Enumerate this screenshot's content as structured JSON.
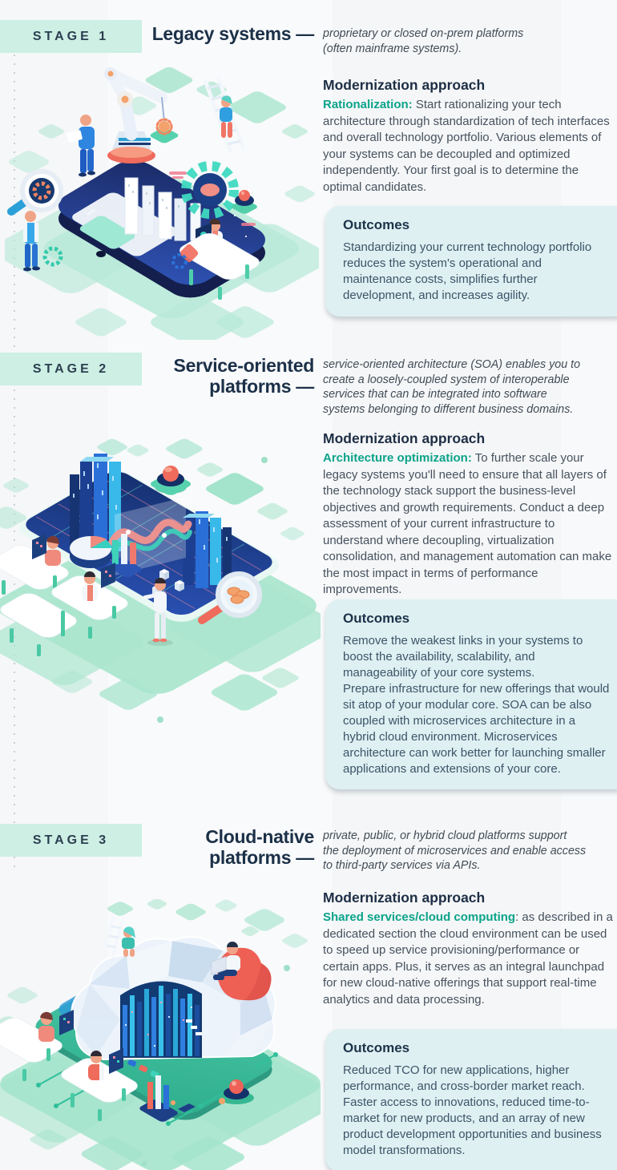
{
  "colors": {
    "accent_teal": "#0ba38a",
    "badge_mint": "#cdefe4",
    "heading_navy": "#1d2e45",
    "body_text": "#46525f",
    "outcomes_bg": "#def0f2",
    "illustration_mint": "#a9e5cf",
    "illustration_navy": "#1d2f6e",
    "illustration_coral": "#ee6a5c"
  },
  "stages": [
    {
      "badge": "STAGE 1",
      "title": "Legacy systems —",
      "description": "proprietary or closed on-prem platforms\n(often mainframe systems).",
      "approach_heading": "Modernization approach",
      "approach_lead": "Rationalization:",
      "approach_text": " Start rationalizing your tech architecture through standardization of tech interfaces and overall technology portfolio. Various elements of your systems can be decoupled and optimized independently. Your first goal is to determine the optimal candidates.",
      "outcomes_heading": "Outcomes",
      "outcomes_text": "Standardizing your current technology portfolio reduces the system's operational and maintenance costs, simplifies further development, and increases agility.",
      "illustration": "legacy-systems-smartphone-robot-arm-isometric-illustration"
    },
    {
      "badge": "STAGE 2",
      "title": "Service-oriented\nplatforms —",
      "description": "service-oriented architecture (SOA) enables you to\ncreate a loosely-coupled system of interoperable\nservices that can be integrated into software\nsystems belonging to different business domains.",
      "approach_heading": "Modernization approach",
      "approach_lead": "Architecture optimization:",
      "approach_text": " To further scale your legacy systems you'll need to ensure that all layers of the technology stack support the business-level objectives and growth requirements. Conduct a deep assessment of your current infrastructure to understand where decoupling, virtualization consolidation, and management automation can make the most impact in terms of performance improvements.",
      "outcomes_heading": "Outcomes",
      "outcomes_text": "Remove the weakest links in your systems to boost the availability, scalability, and manageability of your core systems.\nPrepare infrastructure for new offerings that would sit atop of your modular core. SOA can be also coupled with microservices architecture in a hybrid cloud environment. Microservices architecture can work better for launching smaller applications and extensions of your core.",
      "illustration": "soa-data-city-analytics-isometric-illustration"
    },
    {
      "badge": "STAGE 3",
      "title": "Cloud-native\nplatforms —",
      "description": "private, public, or hybrid cloud platforms support\nthe deployment of microservices and enable access\nto third-party services via APIs.",
      "approach_heading": "Modernization approach",
      "approach_lead": "Shared services/cloud computing",
      "approach_text": ": as described in a dedicated section the cloud environment can be used to speed up service provisioning/performance or certain apps. Plus, it serves as an integral launchpad for new cloud-native offerings that support real-time analytics and data processing.",
      "outcomes_heading": "Outcomes",
      "outcomes_text": "Reduced TCO for new applications, higher performance, and cross-border market reach. Faster access to innovations, reduced time-to-market for new products, and an array of new product development opportunities and business model transformations.",
      "illustration": "cloud-native-faceted-cloud-isometric-illustration"
    }
  ]
}
